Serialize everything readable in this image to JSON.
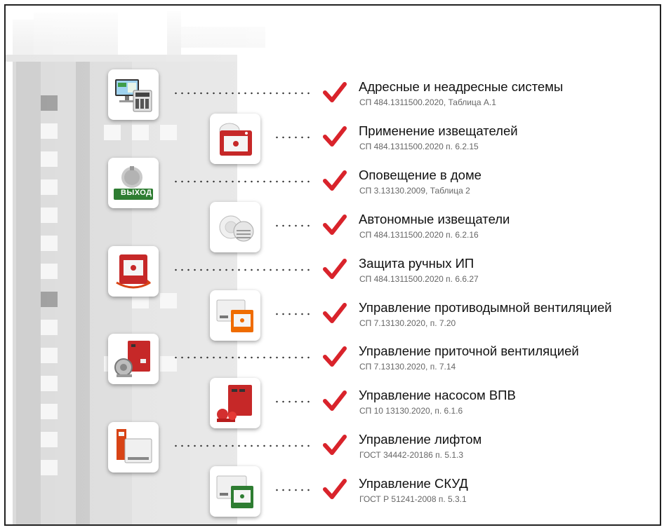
{
  "colors": {
    "check": "#d9232b",
    "title": "#111111",
    "reference": "#666666",
    "device_red": "#c62828"
  },
  "items": [
    {
      "title": "Адресные и неадресные системы",
      "reference": "СП 484.1311500.2020, Таблица А.1",
      "icon": "control-panel-icon"
    },
    {
      "title": "Применение извещателей",
      "reference": "СП 484.1311500.2020 п. 6.2.15",
      "icon": "manual-call-point-icon"
    },
    {
      "title": "Оповещение в доме",
      "reference": "СП 3.13130.2009, Таблица 2",
      "icon": "siren-exit-sign-icon",
      "exit_sign": "ВЫХОД"
    },
    {
      "title": "Автономные извещатели",
      "reference": "СП 484.1311500.2020 п. 6.2.16",
      "icon": "smoke-detector-icon"
    },
    {
      "title": "Защита ручных ИП",
      "reference": "СП 484.1311500.2020 п. 6.6.27",
      "icon": "protected-call-point-icon"
    },
    {
      "title": "Управление противодымной вентиляцией",
      "reference": "СП 7.13130.2020, п. 7.20",
      "icon": "smoke-vent-control-icon"
    },
    {
      "title": "Управление приточной вентиляцией",
      "reference": "СП 7.13130.2020, п. 7.14",
      "icon": "supply-fan-cabinet-icon"
    },
    {
      "title": "Управление насосом ВПВ",
      "reference": "СП 10 13130.2020, п. 6.1.6",
      "icon": "pump-cabinet-icon"
    },
    {
      "title": "Управление лифтом",
      "reference": "ГОСТ 34442-20186 п. 5.1.3",
      "icon": "elevator-control-icon"
    },
    {
      "title": "Управление СКУД",
      "reference": "ГОСТ Р 51241-2008 п. 5.3.1",
      "icon": "access-control-icon"
    }
  ]
}
